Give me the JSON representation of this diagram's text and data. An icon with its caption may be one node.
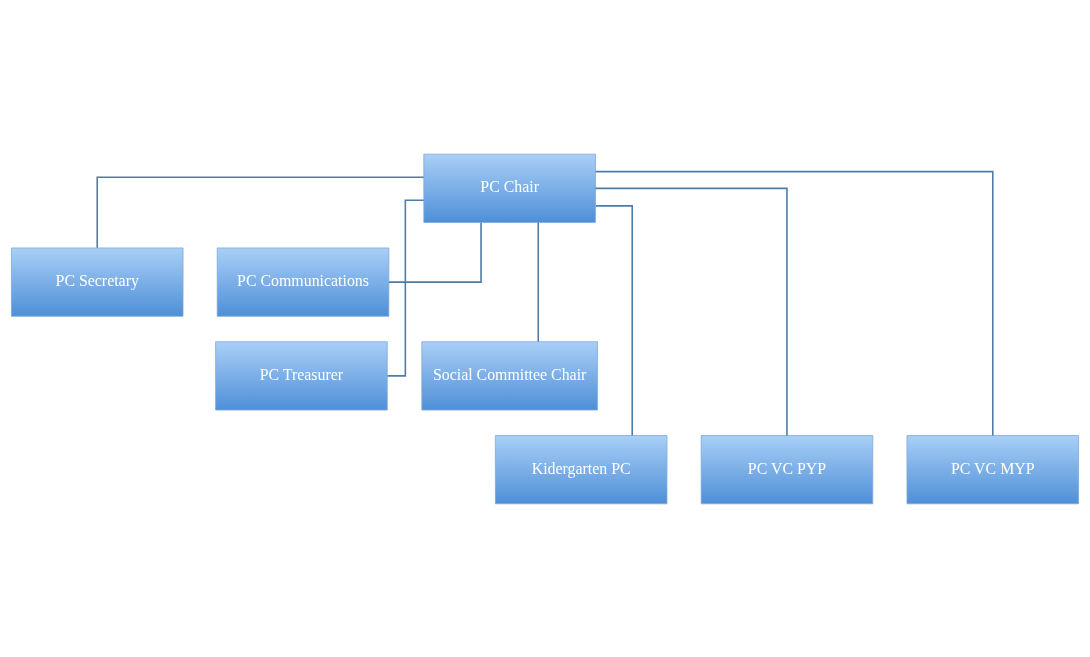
{
  "diagram": {
    "nodes": [
      {
        "text": [
          "PC Chair"
        ]
      },
      {
        "text": [
          "PC Secretary"
        ]
      },
      {
        "text": [
          "PC Communications"
        ]
      },
      {
        "text": [
          "PC Treasurer"
        ]
      },
      {
        "text": [
          "Social Committee Chair"
        ]
      },
      {
        "text": [
          "Kidergarten PC"
        ]
      },
      {
        "text": [
          "PC VC PYP"
        ]
      },
      {
        "text": [
          "PC VC MYP"
        ]
      }
    ],
    "edges": [
      {
        "from": 0,
        "to": 1,
        "arrow": "none"
      },
      {
        "from": 0,
        "to": 2,
        "arrow": "none"
      },
      {
        "from": 0,
        "to": 3,
        "arrow": "none"
      },
      {
        "from": 0,
        "to": 4,
        "arrow": "none"
      },
      {
        "from": 0,
        "to": 5,
        "arrow": "none"
      },
      {
        "from": 0,
        "to": 6,
        "arrow": "none"
      },
      {
        "from": 0,
        "to": 7,
        "arrow": "none"
      }
    ]
  }
}
